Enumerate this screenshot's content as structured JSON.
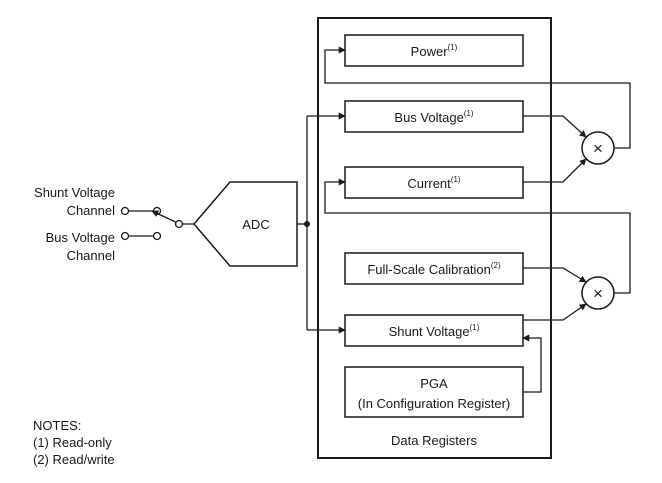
{
  "inputs": {
    "shunt_line1": "Shunt Voltage",
    "shunt_line2": "Channel",
    "bus_line1": "Bus Voltage",
    "bus_line2": "Channel"
  },
  "adc": {
    "label": "ADC"
  },
  "registers": {
    "power": {
      "label": "Power",
      "note": "(1)"
    },
    "bus_voltage": {
      "label": "Bus Voltage",
      "note": "(1)"
    },
    "current": {
      "label": "Current",
      "note": "(1)"
    },
    "full_scale_calibration": {
      "label": "Full-Scale Calibration",
      "note": "(2)"
    },
    "shunt_voltage": {
      "label": "Shunt Voltage",
      "note": "(1)"
    },
    "pga_line1": "PGA",
    "pga_line2": "(In Configuration Register)",
    "group_label": "Data Registers"
  },
  "multipliers": {
    "symbol": "×"
  },
  "notes": {
    "title": "NOTES:",
    "items": [
      "(1) Read-only",
      "(2) Read/write"
    ]
  }
}
